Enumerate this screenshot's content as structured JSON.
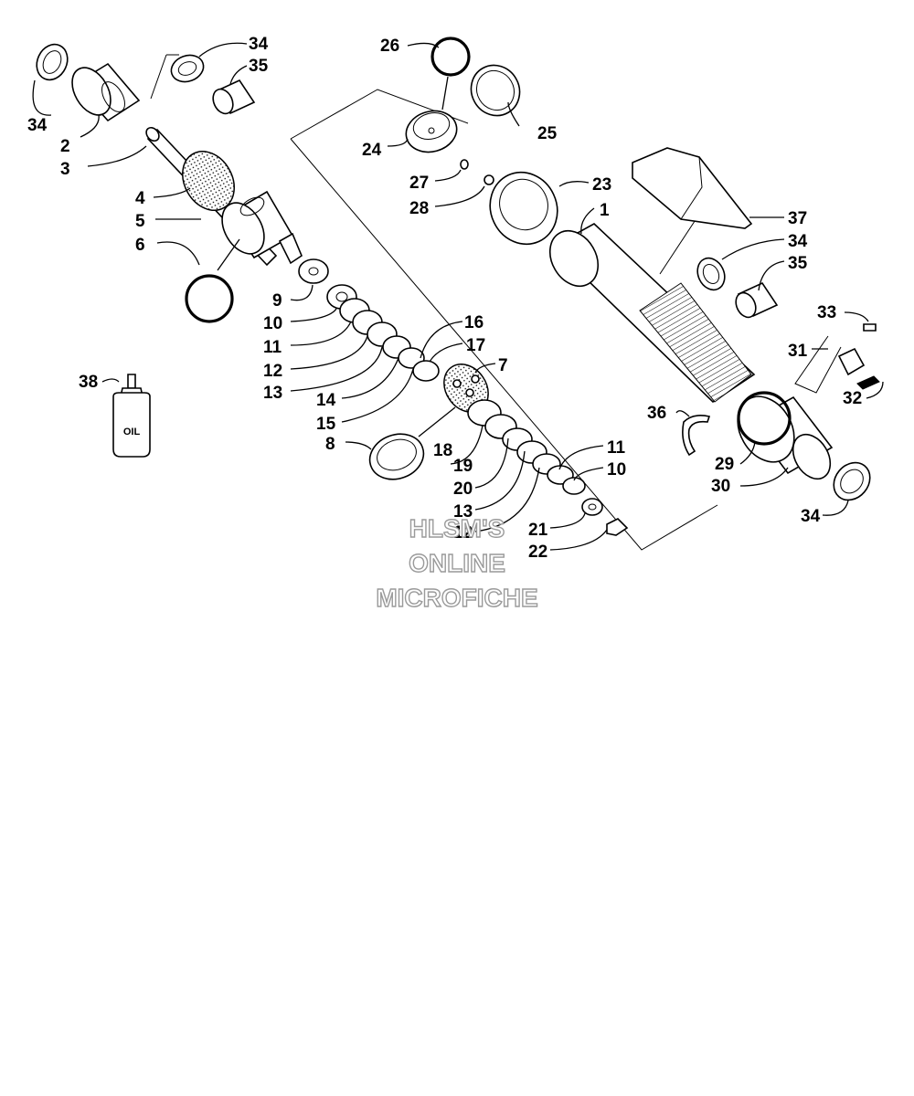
{
  "diagram": {
    "callouts": [
      "34",
      "2",
      "3",
      "34",
      "35",
      "4",
      "5",
      "6",
      "9",
      "10",
      "11",
      "12",
      "13",
      "14",
      "15",
      "16",
      "17",
      "7",
      "8",
      "18",
      "19",
      "20",
      "13",
      "12",
      "11",
      "10",
      "21",
      "22",
      "26",
      "24",
      "25",
      "27",
      "28",
      "23",
      "1",
      "37",
      "34",
      "35",
      "33",
      "31",
      "32",
      "36",
      "29",
      "30",
      "34",
      "38"
    ],
    "oil_label": "OIL",
    "watermark": [
      "HLSM'S",
      "ONLINE",
      "MICROFICHE"
    ]
  }
}
